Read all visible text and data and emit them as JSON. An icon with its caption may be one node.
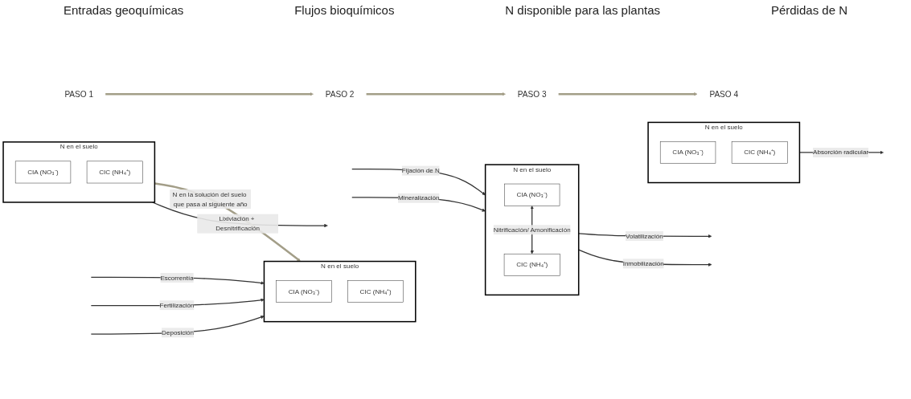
{
  "diagram": {
    "nodes": [
      {
        "text": [
          "PASO 1"
        ]
      },
      {
        "text": [
          "PASO 2"
        ]
      },
      {
        "text": [
          "PASO 3"
        ]
      },
      {
        "text": [
          "PASO 4"
        ]
      },
      {
        "text": [
          "N en el suelo"
        ]
      },
      {
        "text": [
          "CIA (NO₃⁻)"
        ],
        "in": 4
      },
      {
        "text": [
          "CIC (NH₄⁺)"
        ],
        "in": 4
      },
      {
        "text": [
          "N en el suelo"
        ]
      },
      {
        "text": [
          "CIA (NO₃⁻)"
        ],
        "in": 7
      },
      {
        "text": [
          "CIC (NH₄⁺)"
        ],
        "in": 7
      },
      {
        "text": [
          "N en el suelo"
        ]
      },
      {
        "text": [
          "CIA (NO₃⁻)"
        ],
        "in": 10
      },
      {
        "text": [
          "CIC (NH₄⁺)"
        ],
        "in": 10
      },
      {
        "text": [
          "N en el suelo"
        ]
      },
      {
        "text": [
          "CIA (NO₃⁻)"
        ],
        "in": 13
      },
      {
        "text": [
          "CIC (NH₄⁺)"
        ],
        "in": 13
      }
    ],
    "edges": [
      {
        "from": 0,
        "to": 1,
        "arrow": "to",
        "color": "#a39e88"
      },
      {
        "from": 1,
        "to": 2,
        "arrow": "to",
        "color": "#a39e88"
      },
      {
        "from": 2,
        "to": 3,
        "arrow": "to",
        "color": "#a39e88"
      },
      {
        "from": null,
        "to": 4,
        "arrow": "to",
        "label": "Deposición"
      },
      {
        "from": null,
        "to": 4,
        "arrow": "to",
        "label": "Fertilización"
      },
      {
        "from": null,
        "to": 4,
        "arrow": "to",
        "label": "Escorrentía"
      },
      {
        "from": 7,
        "to": null,
        "arrow": "to",
        "label": "Inmobilización"
      },
      {
        "from": 7,
        "to": null,
        "arrow": "to",
        "label": "Volatilización"
      },
      {
        "from": null,
        "to": 7,
        "arrow": "to",
        "label": "Fijación de N"
      },
      {
        "from": null,
        "to": 7,
        "arrow": "to",
        "label": "Mineralización"
      },
      {
        "from": 8,
        "to": 9,
        "arrow": "both",
        "label": "Nitrificación/ Amonificación"
      },
      {
        "from": 10,
        "to": null,
        "arrow": "to",
        "label": "Absorción radicular"
      },
      {
        "from": 13,
        "to": null,
        "arrow": "to",
        "label": "Lixiviación + Desnitrificación"
      },
      {
        "from": 13,
        "to": 4,
        "arrow": "to",
        "label": "N en la solución del suelo que pasa al siguiente año",
        "color": "#a39e88"
      }
    ],
    "labels": [
      "Entradas geoquímicas",
      "Flujos bioquímicos",
      "N disponible para las plantas",
      "Pérdidas de N"
    ]
  }
}
